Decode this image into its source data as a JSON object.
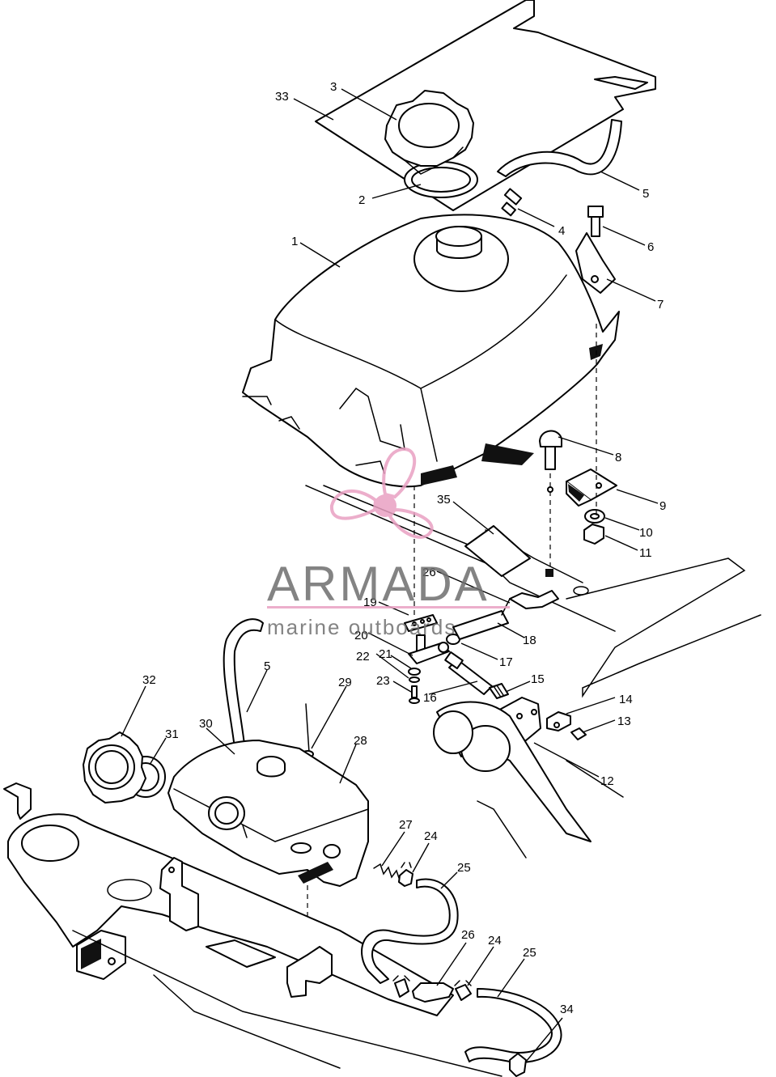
{
  "watermark": {
    "title": "ARMADA",
    "subtitle": "marine outboards",
    "title_color": "#6e6e6e",
    "accent_color": "#e9a0c2"
  },
  "callouts": {
    "c1": "1",
    "c2": "2",
    "c3": "3",
    "c4": "4",
    "c5a": "5",
    "c5b": "5",
    "c6": "6",
    "c7": "7",
    "c8": "8",
    "c9": "9",
    "c10": "10",
    "c11": "11",
    "c12": "12",
    "c13": "13",
    "c14": "14",
    "c15": "15",
    "c16": "16",
    "c17": "17",
    "c18": "18",
    "c19": "19",
    "c20": "20",
    "c21": "21",
    "c22": "22",
    "c23": "23",
    "c24a": "24",
    "c24b": "24",
    "c25a": "25",
    "c25b": "25",
    "c26a": "26",
    "c26b": "26",
    "c27": "27",
    "c28": "28",
    "c29": "29",
    "c30": "30",
    "c31": "31",
    "c32": "32",
    "c33": "33",
    "c34": "34",
    "c35": "35"
  }
}
